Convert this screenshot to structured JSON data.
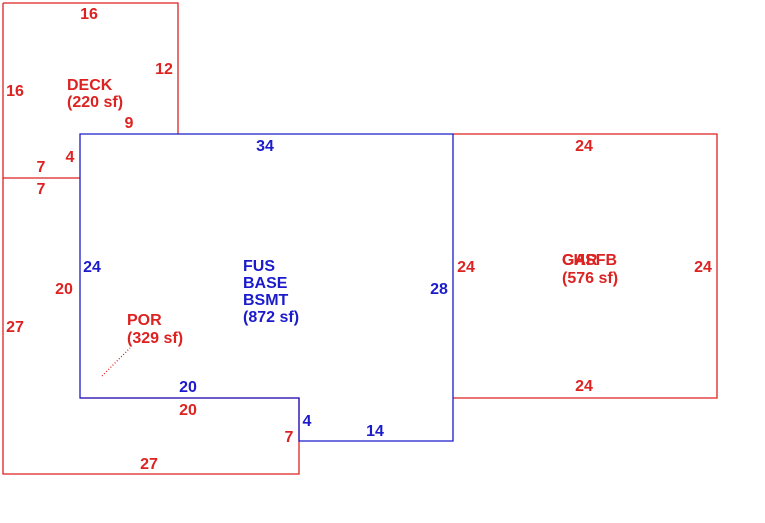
{
  "colors": {
    "red": "#dd2222",
    "blue": "#1b1bcc",
    "background": "#ffffff"
  },
  "areas": {
    "deck": {
      "lines": [
        "DECK",
        "(220 sf)"
      ]
    },
    "main": {
      "lines": [
        "FUS",
        "BASE",
        "BSMT",
        "(872 sf)"
      ]
    },
    "garage": {
      "lines": [
        "GAR",
        "CHSFB",
        "(576 sf)"
      ]
    },
    "porch": {
      "lines": [
        "POR",
        "(329 sf)"
      ]
    }
  },
  "dimensions": {
    "deck_top": "16",
    "deck_left": "16",
    "deck_right": "12",
    "deck_bottom": "9",
    "deck_step": "4",
    "deck_seg_upper": "7",
    "deck_seg_lower": "7",
    "main_top": "34",
    "main_left": "24",
    "main_right": "28",
    "main_bottom_left": "20",
    "main_notch": "4",
    "main_bottom_right": "14",
    "garage_top": "24",
    "garage_left": "24",
    "garage_right": "24",
    "garage_bottom": "24",
    "porch_left_outer": "27",
    "porch_left_inner": "20",
    "porch_top_bottom": "20",
    "porch_right": "7",
    "porch_bottom": "27"
  }
}
